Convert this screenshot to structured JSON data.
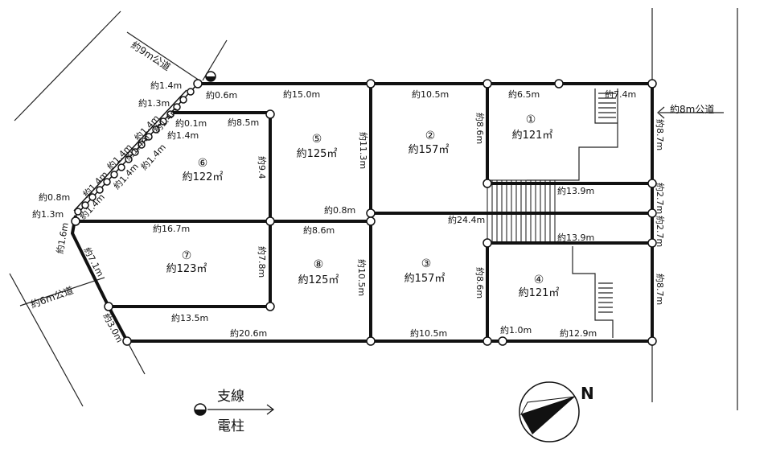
{
  "roads": {
    "north": "約9m公道",
    "east": "約8m公道",
    "west": "約6m公道"
  },
  "lots": [
    {
      "num": "①",
      "area": "約121㎡"
    },
    {
      "num": "②",
      "area": "約157㎡"
    },
    {
      "num": "③",
      "area": "約157㎡"
    },
    {
      "num": "④",
      "area": "約121㎡"
    },
    {
      "num": "⑤",
      "area": "約125㎡"
    },
    {
      "num": "⑥",
      "area": "約122㎡"
    },
    {
      "num": "⑦",
      "area": "約123㎡"
    },
    {
      "num": "⑧",
      "area": "約125㎡"
    }
  ],
  "dims": {
    "top_1_4": "約1.4m",
    "top_0_6": "約0.6m",
    "top_15_0": "約15.0m",
    "top_10_5": "約10.5m",
    "top_6_5": "約6.5m",
    "top_7_4": "約7.4m",
    "left_1_3": "約1.3m",
    "left_0_1": "約0.1m",
    "left_8_5": "約8.5m",
    "left_1_4a": "約1.4m",
    "diag_1_4_a": "約1.4m",
    "diag_1_4_b": "約1.4m",
    "diag_1_4_c": "約1.4m",
    "diag_1_4_d": "約1.4m",
    "diag_1_4_e": "約1.4m",
    "diag_1_4_f": "約1.4m",
    "diag_1_4_g": "約1.4m",
    "diag_1_4_h": "約1.4m",
    "left_0_8": "約0.8m",
    "left_1_3b": "約1.3m",
    "left_1_6": "約1.6m",
    "left_7_1": "約7.1m",
    "left_3_0": "約3.0m",
    "v_9_4": "約9.4",
    "v_11_3": "約11.3m",
    "v_8_6_top": "約8.6m",
    "v_8_7_top": "約8.7m",
    "mid_0_8": "約0.8m",
    "mid_16_7": "約16.7m",
    "mid_8_6": "約8.6m",
    "mid_24_4": "約24.4m",
    "mid_13_9a": "約13.9m",
    "mid_13_9b": "約13.9m",
    "mid_2_7a": "約2.7m",
    "mid_2_7b": "約2.7m",
    "v_7_8": "約7.8m",
    "v_10_5": "約10.5m",
    "v_8_6_bot": "約8.6m",
    "v_8_7_bot": "約8.7m",
    "bot_13_5": "約13.5m",
    "bot_20_6": "約20.6m",
    "bot_10_5": "約10.5m",
    "bot_1_0": "約1.0m",
    "bot_12_9": "約12.9m"
  },
  "legend": {
    "shisen": "支線",
    "denchu": "電柱"
  },
  "north_label": "N"
}
